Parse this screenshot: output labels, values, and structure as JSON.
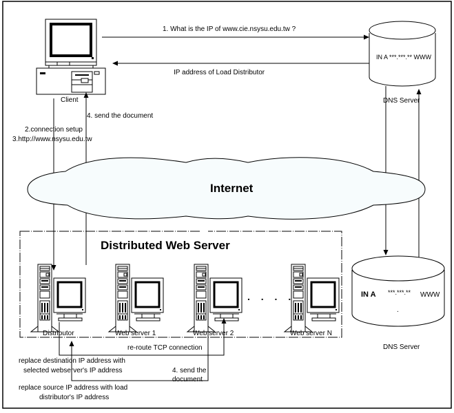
{
  "client": {
    "label": "Client"
  },
  "dns_top": {
    "label": "DNS Server",
    "record": "IN A ***.***.**  WWW"
  },
  "dns_bottom": {
    "label": "DNS Server",
    "record_prefix": "IN  A",
    "record_ip": "***.***.**",
    "record_host": "WWW",
    "ellipsis": "."
  },
  "messages": {
    "query": "1. What is the IP of  www.cie.nsysu.edu.tw  ?",
    "reply": "IP address of Load Distributor",
    "send_doc_top": "4. send the document",
    "connection_setup": "2.connection setup",
    "http_request": "3.http://www.nsysu.edu.tw",
    "reroute": "re-route TCP connection",
    "replace_dest_line1": "replace destination IP address with",
    "replace_dest_line2": "selected webserver's IP address",
    "send_doc_bottom_line1": "4. send the",
    "send_doc_bottom_line2": "document",
    "replace_src_line1": "replace source IP address with load",
    "replace_src_line2": "distributor's IP address"
  },
  "internet": {
    "label": "Internet"
  },
  "cluster": {
    "title": "Distributed Web Server",
    "servers": [
      {
        "label": "Distributor"
      },
      {
        "label": "Web server 1"
      },
      {
        "label": "Web server 2"
      },
      {
        "label": "Web server N"
      }
    ],
    "ellipsis": ". . . ."
  },
  "colors": {
    "cloud_fill": "#f7fcfd",
    "line": "#000000",
    "background": "#ffffff"
  }
}
